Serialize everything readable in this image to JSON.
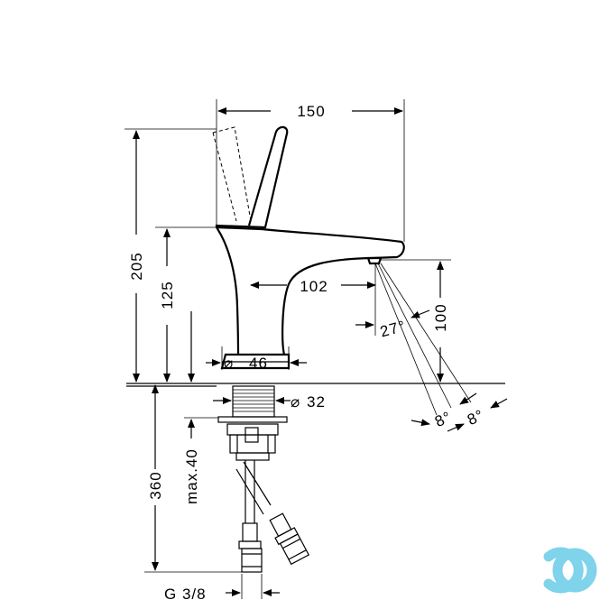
{
  "dimensions": {
    "width_150": "150",
    "height_205": "205",
    "height_125": "125",
    "reach_102": "102",
    "height_100": "100",
    "angle_27": "27°",
    "angle_8a": "8°",
    "angle_8b": "8°",
    "base_dia": "46",
    "shank_dia": "32",
    "below_360": "360",
    "max_40": "max.40",
    "thread": "G 3/8"
  },
  "symbols": {
    "diameter": "⌀"
  },
  "logo": {
    "name": "cd-logo",
    "color": "#7fd3ea"
  }
}
